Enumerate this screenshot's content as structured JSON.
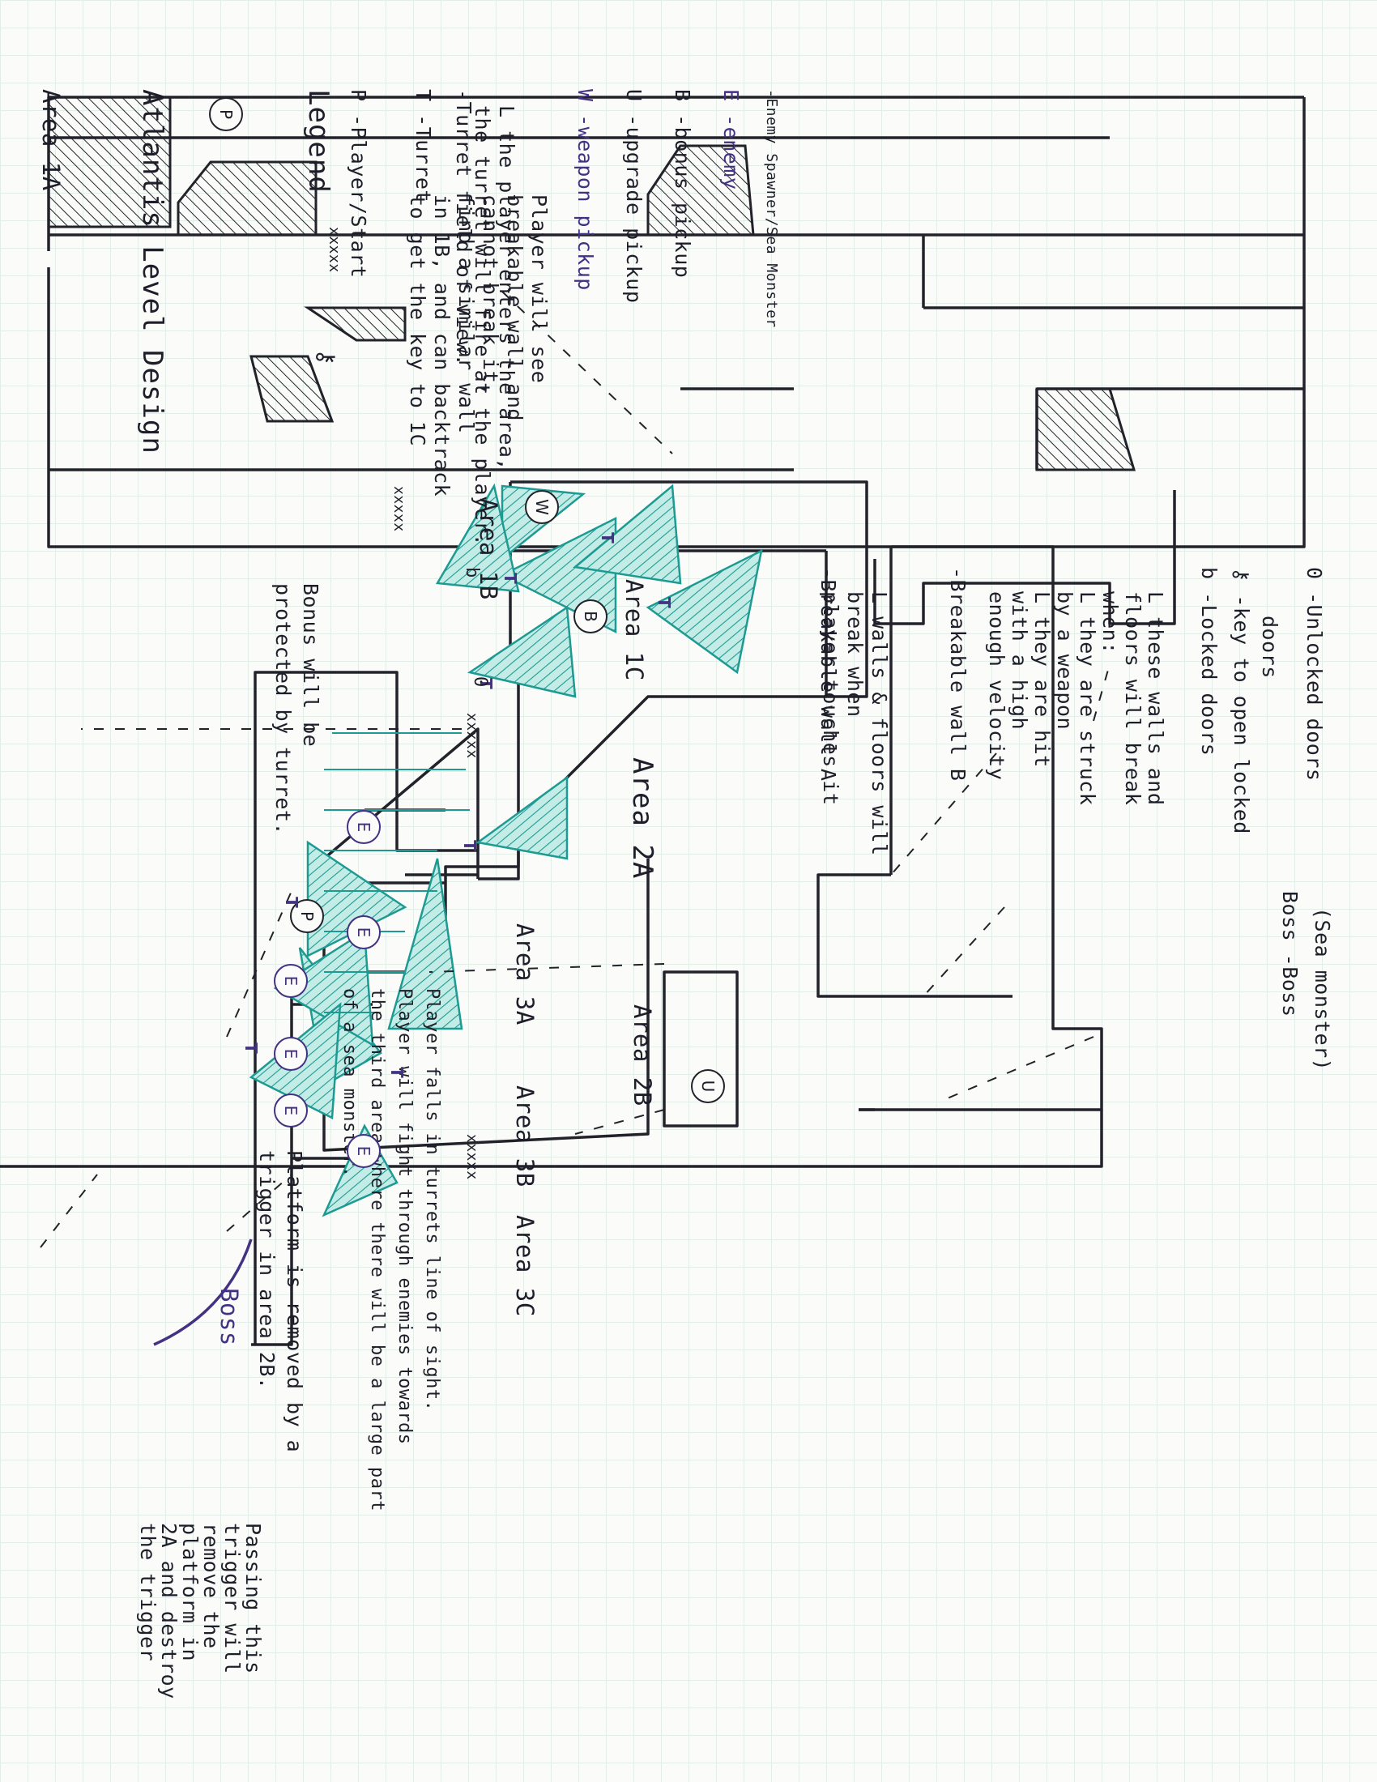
{
  "title": "Atlantis Level Design",
  "areas": {
    "a1a": "Area 1A",
    "a1b": "Area 1B",
    "a1c": "Area 1C",
    "a2a": "Area 2A",
    "a2b": "Area 2B",
    "a3a": "Area 3A",
    "a3b": "Area 3B",
    "a3c": "Area 3C"
  },
  "notes": {
    "breakable_wall": [
      "Player will see",
      "breakable wall and",
      "cannot break it,",
      "find a similar wall",
      "in 1B, and can backtrack",
      "to get the key to 1C"
    ],
    "bonus_protected": [
      "Bonus will be",
      "protected by turret."
    ],
    "platform_removed": [
      "Platform is removed by a",
      "trigger in area 2B."
    ],
    "trigger": [
      "Passing this",
      "trigger will",
      "remove the",
      "platform in",
      "2A and destroy",
      "the trigger"
    ],
    "fall": [
      "Player falls in turrets line of sight.",
      "Player will fight through enemies towards",
      "the third area where there will be a large part",
      "of a sea monster."
    ]
  },
  "legend": {
    "title": "Legend",
    "player": "-Player/Start",
    "turret": "-Turret",
    "turret_fov": "-Turret field of view.",
    "turret_fov_note": [
      "L the player enters the area,",
      "the turret will fire at the player."
    ],
    "weapon": "-weapon pickup",
    "upgrade": "-upgrade pickup",
    "bonus": "-bonus pickup",
    "enemy": "-enemy",
    "spawner": "-Enemy Spawner/Sea Monster",
    "break_a": "-Breakable wall A",
    "break_a_note": [
      "L walls & floors will",
      "break when",
      "player touches it"
    ],
    "break_b": "-Breakable wall B",
    "break_b_note": [
      "L these walls and",
      "floors will break",
      "when:",
      "L they are struck",
      "by a weapon",
      "L they are hit",
      "with a high",
      "enough velocity"
    ],
    "locked": "-Locked doors",
    "key": "-key to open locked",
    "key2": "doors",
    "unlocked": "-Unlocked doors",
    "boss": "-Boss",
    "boss_note": "(Sea monster)"
  },
  "glyphs": {
    "player": "P",
    "weapon": "W",
    "upgrade": "U",
    "bonus": "B",
    "enemy": "E",
    "turret": "T",
    "boss": "Boss",
    "key": "⚷",
    "lock": "b",
    "unlock": "0",
    "xs": "xxxxx"
  },
  "colors": {
    "ink": "#22222a",
    "purple": "#433184",
    "teal": "#1d9a92"
  }
}
